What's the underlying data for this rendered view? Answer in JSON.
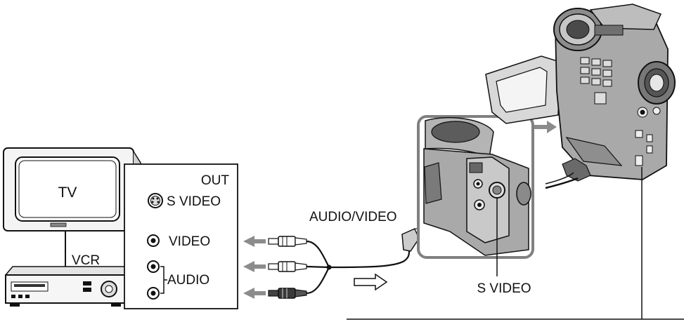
{
  "labels": {
    "tv": "TV",
    "vcr": "VCR",
    "out": "OUT",
    "s_video_jack": "S VIDEO",
    "video_jack": "VIDEO",
    "audio_jack": "AUDIO",
    "audio_video": "AUDIO/VIDEO",
    "s_video_camera": "S VIDEO"
  },
  "colors": {
    "line": "#111111",
    "arrow": "#8c8c8c",
    "panel_border": "#808080",
    "camera_body": "#a9a9a9",
    "camera_dark": "#4a4a4a"
  }
}
